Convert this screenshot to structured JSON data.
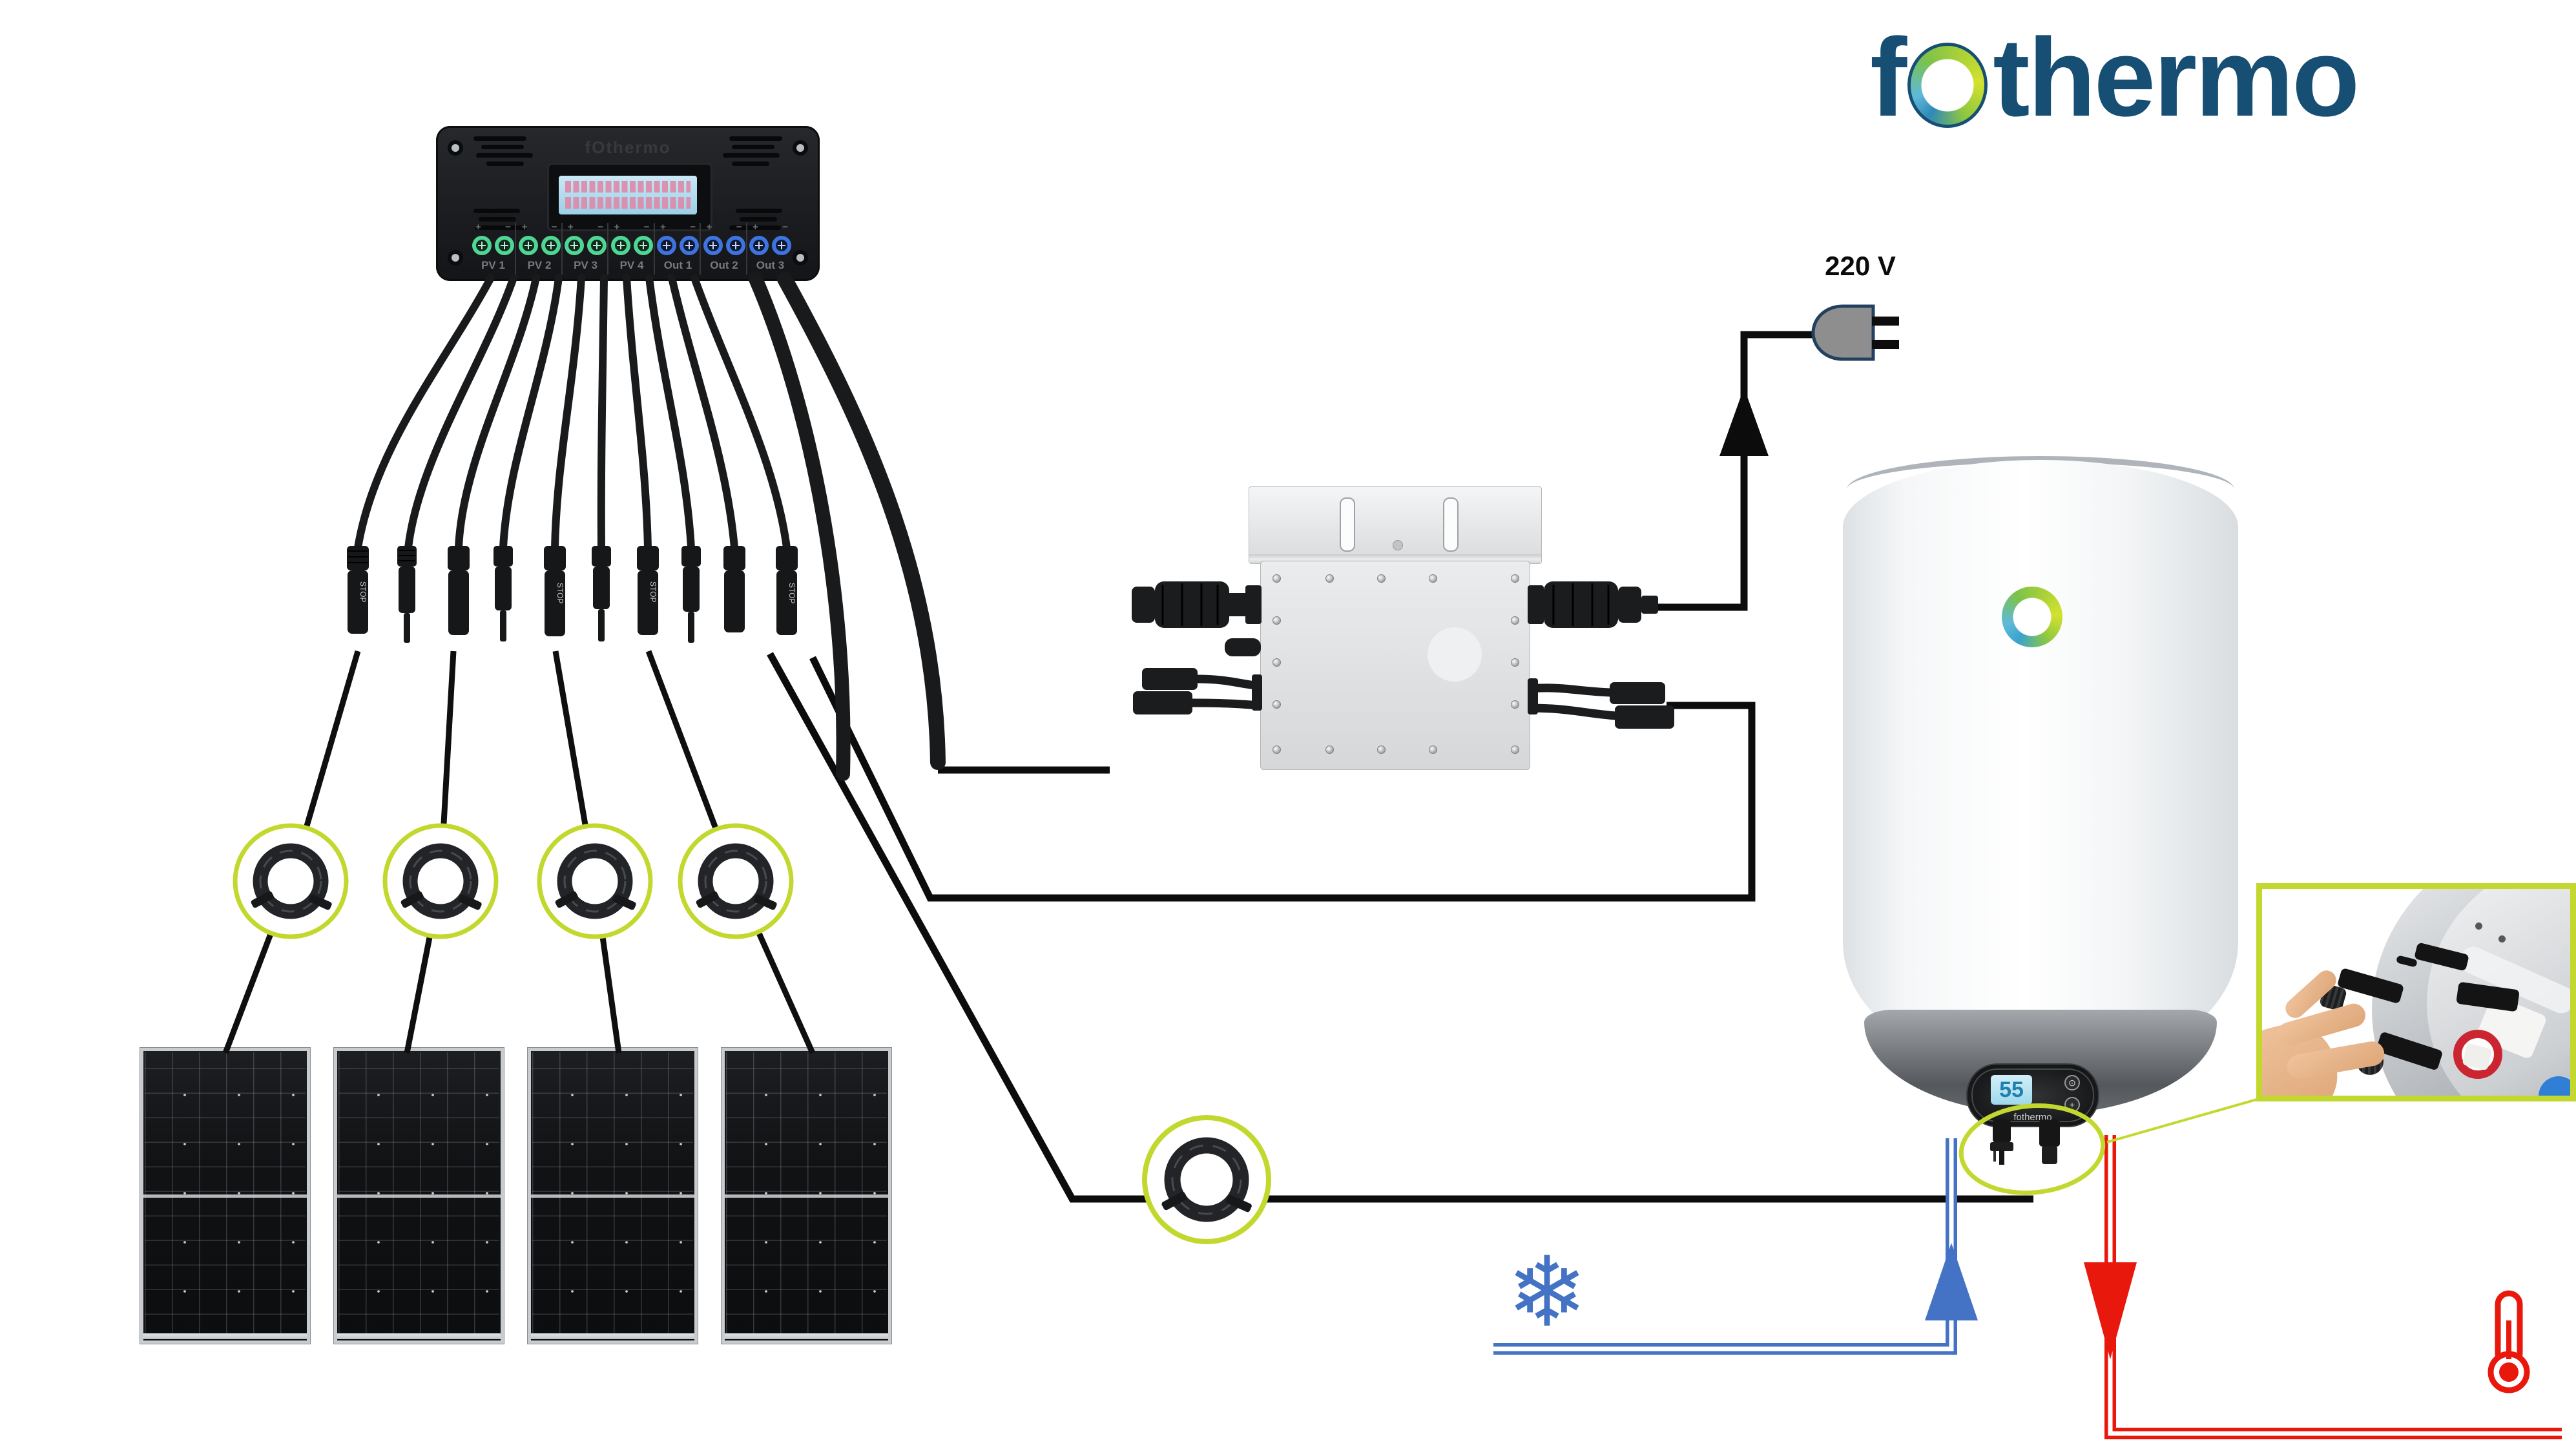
{
  "brand_logo": {
    "prefix": "f",
    "suffix": "thermo",
    "color": "#174e73"
  },
  "controller": {
    "label": "fOthermo",
    "plus": "+",
    "minus": "−",
    "groups": [
      {
        "label": "PV 1"
      },
      {
        "label": "PV 2"
      },
      {
        "label": "PV 3"
      },
      {
        "label": "PV 4"
      },
      {
        "label": "Out 1"
      },
      {
        "label": "Out 2"
      },
      {
        "label": "Out 3"
      }
    ]
  },
  "connectors": {
    "marking": "STOP",
    "count": 10
  },
  "grid_plug": {
    "label": "220 V"
  },
  "boiler": {
    "temperature": "55",
    "brand": "fothermo",
    "button_top": "⊙",
    "button_bottom": "+"
  },
  "icons": {
    "snowflake": "❄"
  },
  "colors": {
    "accent_green": "#c3d82e",
    "cold_water_blue": "#4472c4",
    "hot_water_red": "#e8180c",
    "cable_black": "#131415",
    "logo_blue": "#174e73"
  }
}
